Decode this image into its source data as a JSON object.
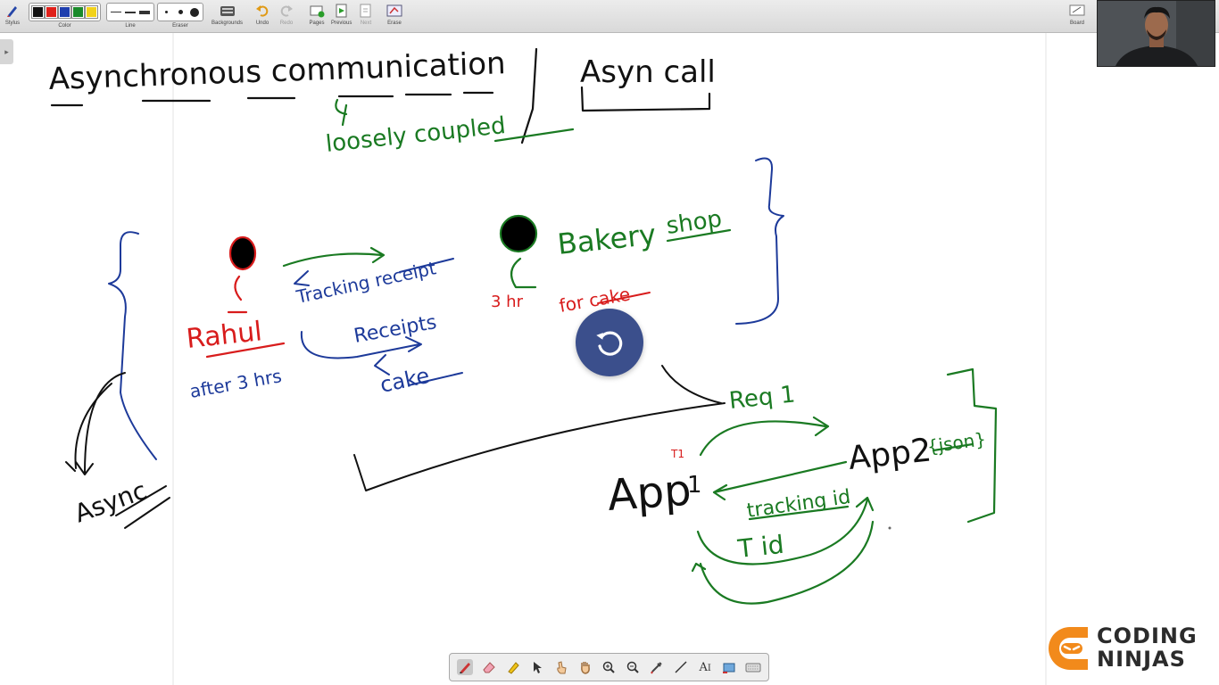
{
  "toolbar": {
    "groups": [
      {
        "label": "Stylus",
        "icon": "stylus-icon"
      },
      {
        "label": "Color"
      },
      {
        "label": "Line"
      },
      {
        "label": "Eraser"
      },
      {
        "label": "Backgrounds",
        "icon": "keyboard-icon"
      },
      {
        "label": "Undo",
        "icon": "undo-icon"
      },
      {
        "label": "Redo",
        "icon": "redo-icon"
      },
      {
        "label": "Pages",
        "icon": "pages-icon"
      },
      {
        "label": "Previous",
        "icon": "previous-icon"
      },
      {
        "label": "Next",
        "icon": "next-icon"
      },
      {
        "label": "Erase",
        "icon": "erase-icon"
      },
      {
        "label": "Board",
        "icon": "board-icon"
      }
    ],
    "colors": [
      "#111111",
      "#e0201a",
      "#1f3fae",
      "#1a8a2a",
      "#f2d21b"
    ]
  },
  "board": {
    "title_left": "Asynchronous communication",
    "title_right": "Asyn call",
    "loosely": "loosely coupled",
    "rahul": "Rahul",
    "after": "after 3 hrs",
    "tracking_receipt": "Tracking receipt",
    "receipts": "Receipts",
    "cake": "cake",
    "bakery": "Bakery",
    "shop": "shop",
    "three_hr": "3 hr",
    "for_cake": "for cake",
    "async": "Async",
    "req": "Req 1",
    "app1": "App",
    "one": "1",
    "t1": "T1",
    "app2": "App2",
    "json": "{json}",
    "tracking_id": "tracking id",
    "tid": "T id"
  },
  "brand": {
    "line1": "CODING",
    "line2": "NINJAS",
    "accent": "#f28a1b"
  },
  "palette": {
    "tools": [
      "pen-icon",
      "eraser-icon",
      "highlighter-icon",
      "pointer-icon",
      "hand-pointer-icon",
      "hand-icon",
      "zoom-in-icon",
      "zoom-out-icon",
      "pipette-icon",
      "line-icon",
      "text-icon",
      "screenshot-icon",
      "keyboard-icon"
    ],
    "text_tool_label": "A",
    "text_tool_cursor": "I"
  }
}
